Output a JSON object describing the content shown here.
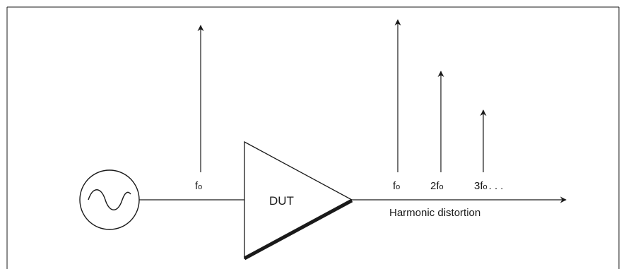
{
  "diagram": {
    "input_label": {
      "text": "f",
      "subscript": "o"
    },
    "dut_label": "DUT",
    "output_labels": {
      "fundamental": {
        "coef": "",
        "base": "f",
        "subscript": "o",
        "suffix": ""
      },
      "second": {
        "coef": "2",
        "base": "f",
        "subscript": "o",
        "suffix": ""
      },
      "third": {
        "coef": "3",
        "base": "f",
        "subscript": "o",
        "suffix": ". . ."
      }
    },
    "output_caption": "Harmonic distortion",
    "colors": {
      "line": "#1a1a1a",
      "background": "#ffffff"
    },
    "icons": {
      "source": "sine-wave-source-icon",
      "amplifier": "amplifier-triangle-icon"
    }
  }
}
